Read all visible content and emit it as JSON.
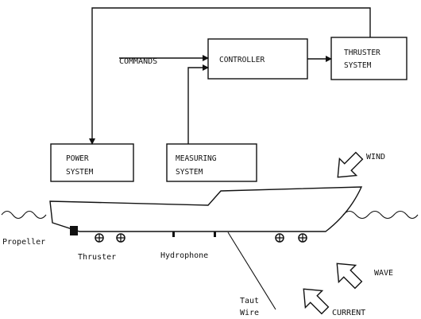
{
  "blocks": {
    "controller": "CONTROLLER",
    "thruster_system_line1": "THRUSTER",
    "thruster_system_line2": "SYSTEM",
    "power_system_line1": "POWER",
    "power_system_line2": "SYSTEM",
    "measuring_system_line1": "MEASURING",
    "measuring_system_line2": "SYSTEM"
  },
  "signals": {
    "commands": "COMMANDS"
  },
  "labels": {
    "propeller": "Propeller",
    "thruster": "Thruster",
    "hydrophone": "Hydrophone",
    "taut_wire_line1": "Taut",
    "taut_wire_line2": "Wire"
  },
  "environment": {
    "wind": "WIND",
    "wave": "WAVE",
    "current": "CURRENT"
  }
}
